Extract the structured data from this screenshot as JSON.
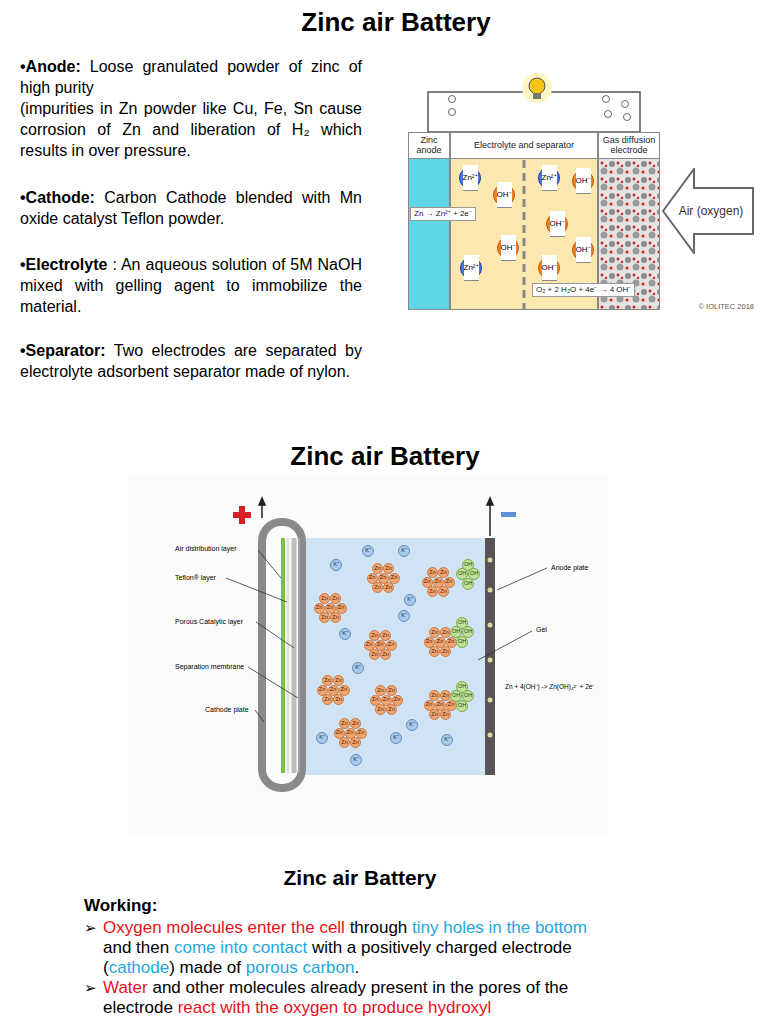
{
  "diagram": {
    "title": "Zinc air Battery",
    "nodes": [
      {
        "text": [
          "Zinc anode"
        ]
      },
      {
        "text": [
          "Electrolyte and separator"
        ]
      },
      {
        "text": [
          "Gas diffusion electrode"
        ]
      },
      {
        "text": [
          "Zn²⁺"
        ],
        "in": 1
      },
      {
        "text": [
          "Zn²⁺"
        ],
        "in": 1
      },
      {
        "text": [
          "OH⁻"
        ],
        "in": 1
      },
      {
        "text": [
          "OH⁻"
        ],
        "in": 1
      },
      {
        "text": [
          "OH⁻"
        ],
        "in": 1
      },
      {
        "text": [
          "OH⁻"
        ],
        "in": 1
      },
      {
        "text": [
          "OH⁻"
        ],
        "in": 1
      },
      {
        "text": [
          "Zn²⁺"
        ],
        "in": 1
      },
      {
        "text": [
          "OH⁻"
        ],
        "in": 1
      },
      {
        "text": [
          "Zn → Zn²⁺ + 2e⁻"
        ]
      },
      {
        "text": [
          "O₂ + 2 H₂O + 4e⁻ → 4 OH⁻"
        ]
      },
      {
        "text": [
          "Air (oxygen)"
        ]
      },
      {
        "text": [
          "Zn"
        ]
      },
      {
        "text": [
          "Zn"
        ]
      },
      {
        "text": [
          "Zn"
        ]
      },
      {
        "text": [
          "Zn"
        ]
      },
      {
        "text": [
          "Zn"
        ]
      },
      {
        "text": [
          "Zn"
        ]
      },
      {
        "text": [
          "Zn"
        ]
      },
      {
        "text": [
          "Zn"
        ]
      },
      {
        "text": [
          "Zn"
        ]
      },
      {
        "text": [
          "Zn"
        ]
      },
      {
        "text": [
          "Zn"
        ]
      },
      {
        "text": [
          "Zn"
        ]
      },
      {
        "text": [
          "Zn"
        ]
      },
      {
        "text": [
          "Zn"
        ]
      },
      {
        "text": [
          "Zn"
        ]
      },
      {
        "text": [
          "Zn"
        ]
      },
      {
        "text": [
          "Zn"
        ]
      },
      {
        "text": [
          "Zn"
        ]
      },
      {
        "text": [
          "Zn"
        ]
      },
      {
        "text": [
          "Zn"
        ]
      },
      {
        "text": [
          "Zn"
        ]
      },
      {
        "text": [
          "Zn"
        ]
      },
      {
        "text": [
          "Zn"
        ]
      },
      {
        "text": [
          "Zn"
        ]
      },
      {
        "text": [
          "Zn"
        ]
      },
      {
        "text": [
          "Zn"
        ]
      },
      {
        "text": [
          "Zn"
        ]
      },
      {
        "text": [
          "Zn"
        ]
      },
      {
        "text": [
          "Zn"
        ]
      },
      {
        "text": [
          "Zn"
        ]
      },
      {
        "text": [
          "Zn"
        ]
      },
      {
        "text": [
          "Zn"
        ]
      },
      {
        "text": [
          "Zn"
        ]
      },
      {
        "text": [
          "Zn"
        ]
      },
      {
        "text": [
          "Zn"
        ]
      },
      {
        "text": [
          "Zn"
        ]
      },
      {
        "text": [
          "Zn"
        ]
      },
      {
        "text": [
          "Zn"
        ]
      },
      {
        "text": [
          "Zn"
        ]
      },
      {
        "text": [
          "Zn"
        ]
      },
      {
        "text": [
          "Zn"
        ]
      },
      {
        "text": [
          "Zn"
        ]
      },
      {
        "text": [
          "Zn"
        ]
      },
      {
        "text": [
          "Zn"
        ]
      },
      {
        "text": [
          "Zn"
        ]
      },
      {
        "text": [
          "Zn"
        ]
      },
      {
        "text": [
          "Zn"
        ]
      },
      {
        "text": [
          "Zn"
        ]
      },
      {
        "text": [
          "Zn"
        ]
      },
      {
        "text": [
          "Zn"
        ]
      },
      {
        "text": [
          "Zn"
        ]
      },
      {
        "text": [
          "Zn"
        ]
      },
      {
        "text": [
          "Zn"
        ]
      },
      {
        "text": [
          "Zn"
        ]
      },
      {
        "text": [
          "Zn"
        ]
      },
      {
        "text": [
          "Zn"
        ]
      },
      {
        "text": [
          "Zn"
        ]
      },
      {
        "text": [
          "Zn"
        ]
      },
      {
        "text": [
          "Zn"
        ]
      },
      {
        "text": [
          "Zn"
        ]
      },
      {
        "text": [
          "Zn"
        ]
      },
      {
        "text": [
          "Zn"
        ]
      },
      {
        "text": [
          "Zn"
        ]
      },
      {
        "text": [
          "K⁺"
        ]
      },
      {
        "text": [
          "K⁺"
        ]
      },
      {
        "text": [
          "K⁺"
        ]
      },
      {
        "text": [
          "K⁺"
        ]
      },
      {
        "text": [
          "K⁺"
        ]
      },
      {
        "text": [
          "K⁺"
        ]
      },
      {
        "text": [
          "K⁺"
        ]
      },
      {
        "text": [
          "K⁺"
        ]
      },
      {
        "text": [
          "K⁺"
        ]
      },
      {
        "text": [
          "K⁺"
        ]
      },
      {
        "text": [
          "K⁺"
        ]
      },
      {
        "text": [
          "K⁺"
        ]
      },
      {
        "text": [
          "OH"
        ]
      },
      {
        "text": [
          "OH"
        ]
      },
      {
        "text": [
          "OH"
        ]
      },
      {
        "text": [
          "OH"
        ]
      },
      {
        "text": [
          "OH"
        ]
      },
      {
        "text": [
          "OH"
        ]
      },
      {
        "text": [
          "OH"
        ]
      },
      {
        "text": [
          "OH"
        ]
      },
      {
        "text": [
          "OH"
        ]
      },
      {
        "text": [
          "OH"
        ]
      },
      {
        "text": [
          "OH"
        ]
      },
      {
        "text": [
          "OH"
        ]
      }
    ],
    "labels": [
      "•Anode:",
      "Loose granulated powder of zinc of high purity",
      "(impurities in Zn powder like Cu, Fe, Sn cause corrosion of Zn and liberation of H₂ which results in over pressure.",
      "•Cathode:",
      "Carbon Cathode blended with Mn oxide catalyst Teflon powder.",
      "•Electrolyte",
      ": An aqueous solution of 5M NaOH mixed with gelling agent to immobilize the material.",
      "•Separator:",
      "Two electrodes are separated by electrolyte adsorbent separator made of nylon.",
      "© IOLITEC 2018",
      "Zinc air Battery",
      "Air distribution layer",
      "Teflon® layer",
      "Porous Catalytic layer",
      "Separation membrane",
      "Cathode plate",
      "Anode plate",
      "Gel",
      "Zn + 4(OH⁻) -> Zn(OH)₄²⁻ + 2e⁻",
      "Zinc air Battery",
      "Working:",
      "➢",
      "Oxygen molecules enter the cell",
      "through",
      "tiny holes in the bottom",
      "and then",
      "come into contact",
      "with a positively charged electrode",
      "(",
      "cathode",
      ")",
      "made of",
      "porous carbon",
      ".",
      "➢",
      "Water",
      "and other molecules already present in the pores of the",
      "electrode",
      "react with the oxygen to produce hydroxyl"
    ]
  }
}
